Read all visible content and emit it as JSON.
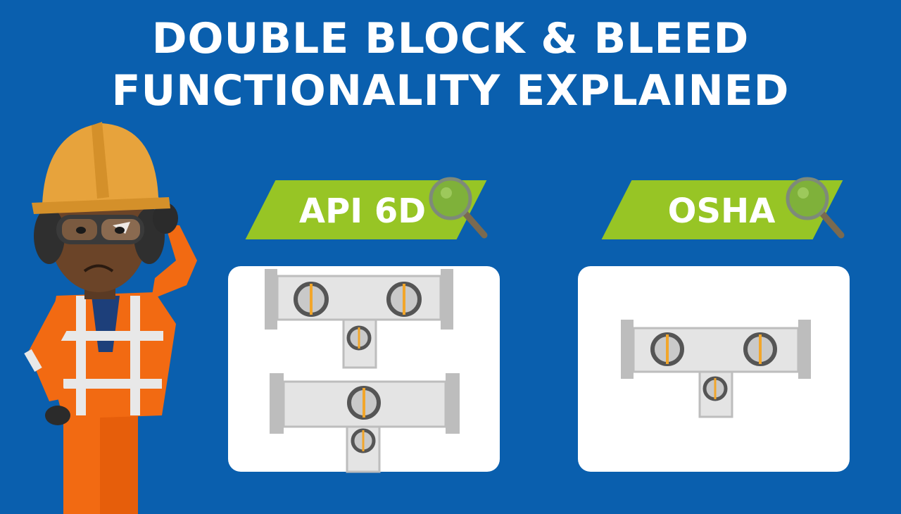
{
  "title": {
    "line1": "DOUBLE BLOCK & BLEED",
    "line2": "FUNCTIONALITY EXPLAINED"
  },
  "panels": [
    {
      "tag": "API 6D",
      "tag_color": "#97c525",
      "icon": "magnifying-glass-icon"
    },
    {
      "tag": "OSHA",
      "tag_color": "#97c525",
      "icon": "magnifying-glass-icon"
    }
  ],
  "colors": {
    "background": "#0a5fae",
    "tag": "#97c525",
    "vest": "#f26a12",
    "helmet": "#e7a33c"
  }
}
